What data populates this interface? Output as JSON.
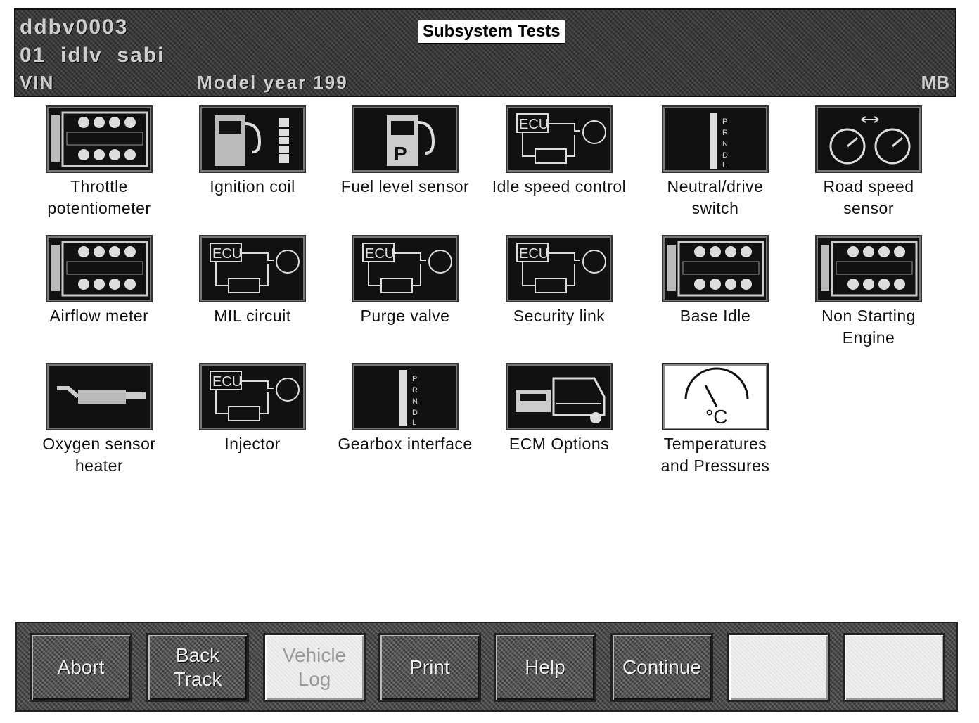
{
  "header": {
    "line1": "ddbv0003",
    "line2": "01  idlv  sabi",
    "line3": "VIN                      Model year 199",
    "line3_right": "MB",
    "title": "Subsystem Tests"
  },
  "tests": [
    {
      "label": "Throttle\npotentiometer",
      "icon": "engine-block-icon"
    },
    {
      "label": "Ignition coil",
      "icon": "fuel-pump-coil-icon"
    },
    {
      "label": "Fuel level sensor",
      "icon": "fuel-pump-icon"
    },
    {
      "label": "Idle speed control",
      "icon": "ecu-circuit-icon"
    },
    {
      "label": "Neutral/drive\nswitch",
      "icon": "gear-selector-icon"
    },
    {
      "label": "Road speed\nsensor",
      "icon": "speedometer-icon"
    },
    {
      "label": "Airflow meter",
      "icon": "engine-block-icon"
    },
    {
      "label": "MIL circuit",
      "icon": "ecu-circuit-icon"
    },
    {
      "label": "Purge valve",
      "icon": "ecu-circuit-icon"
    },
    {
      "label": "Security link",
      "icon": "ecu-circuit-icon"
    },
    {
      "label": "Base Idle",
      "icon": "engine-block-icon"
    },
    {
      "label": "Non Starting\nEngine",
      "icon": "engine-block-icon"
    },
    {
      "label": "Oxygen sensor\nheater",
      "icon": "oxygen-sensor-icon"
    },
    {
      "label": "Injector",
      "icon": "ecu-circuit-icon"
    },
    {
      "label": "Gearbox interface",
      "icon": "gear-selector-icon"
    },
    {
      "label": "ECM Options",
      "icon": "ecm-car-icon"
    },
    {
      "label": "Temperatures\nand Pressures",
      "icon": "temperature-gauge-icon"
    }
  ],
  "icon_text": {
    "ecu": "ECU",
    "pump": "P",
    "gear_letters": "P R N D L",
    "celsius": "°C"
  },
  "toolbar": {
    "abort": "Abort",
    "back_track": "Back\nTrack",
    "vehicle_log": "Vehicle\nLog",
    "print": "Print",
    "help": "Help",
    "continue": "Continue",
    "blank1": "",
    "blank2": ""
  }
}
